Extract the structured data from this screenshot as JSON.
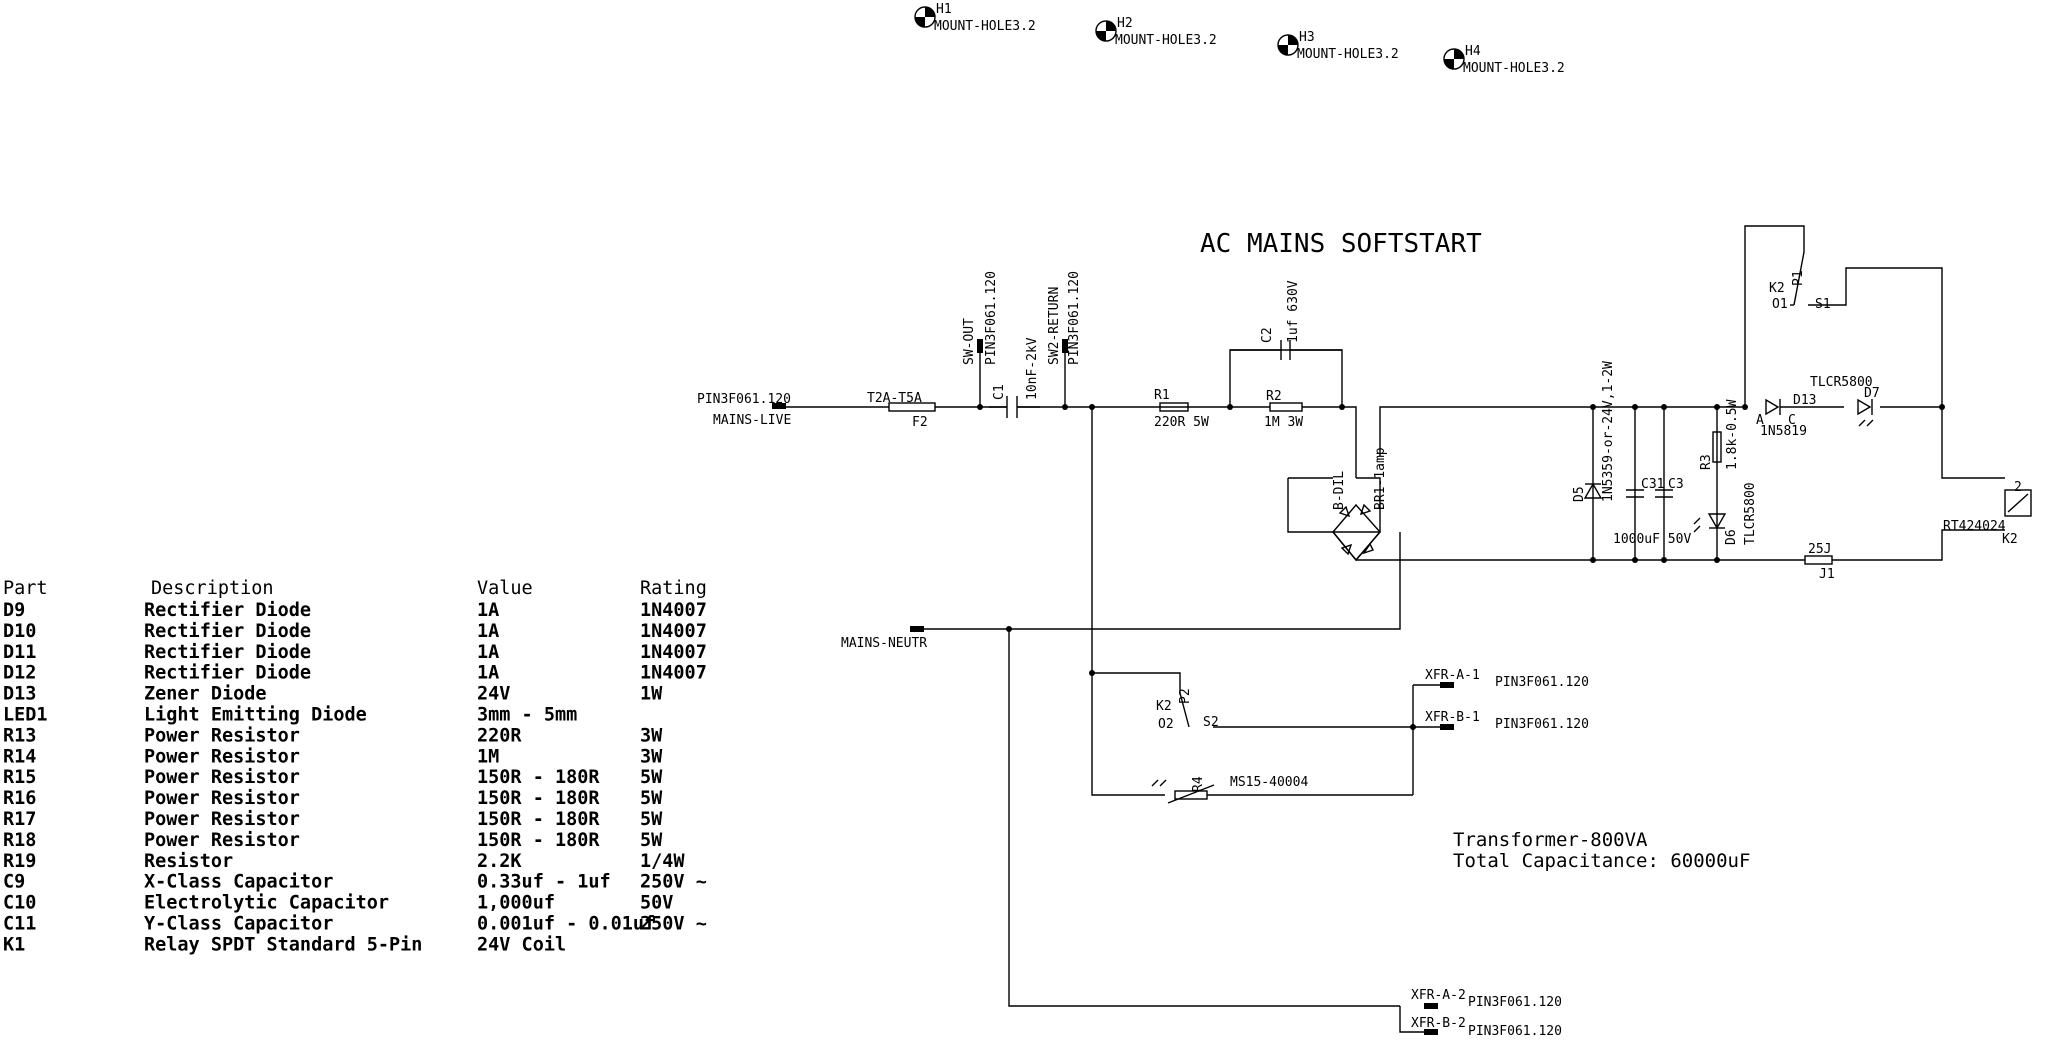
{
  "title": "AC MAINS SOFTSTART",
  "notes": [
    "Transformer-800VA",
    "Total Capacitance: 60000uF"
  ],
  "mount_holes": [
    {
      "ref": "H1",
      "value": "MOUNT-HOLE3.2"
    },
    {
      "ref": "H2",
      "value": "MOUNT-HOLE3.2"
    },
    {
      "ref": "H3",
      "value": "MOUNT-HOLE3.2"
    },
    {
      "ref": "H4",
      "value": "MOUNT-HOLE3.2"
    }
  ],
  "labels": {
    "pin_live": "PIN3F061.120",
    "mains_live": "MAINS-LIVE",
    "fuse_value": "T2A-T5A",
    "fuse_ref": "F2",
    "sw_out": "SW-OUT",
    "sw_out_pin": "PIN3F061.120",
    "c1": "C1",
    "c1_value": "10nF-2kV",
    "sw2_return": "SW2-RETURN",
    "sw2_pin": "PIN3F061.120",
    "r1": "R1",
    "r1_value": "220R 5W",
    "c2": "C2",
    "c2_value": "1uf 630V",
    "r2": "R2",
    "r2_value": "1M 3W",
    "bridge_value": "B-DIL",
    "bridge_ref": "BR1-1amp",
    "d5": "D5",
    "d5_value": "1N5359-or-24V,1-2W",
    "c31": "C31",
    "c3": "C3",
    "c_value": "1000uF 50V",
    "r3": "R3",
    "r3_value": "1.8k-0.5W",
    "d6": "D6",
    "d6_value": "TLCR5800",
    "d13_a": "A",
    "d13_c": "C",
    "d13": "D13",
    "d13_value": "1N5819",
    "d7": "D7",
    "d7_value": "TLCR5800",
    "k2_p1_ref": "K2",
    "k2_p1_pin": "P1",
    "k2_o1": "O1",
    "k2_s1": "S1",
    "k2_coil_num": "2",
    "k2_coil_value": "RT424024",
    "k2_coil_ref": "K2",
    "j1_value": "25J",
    "j1": "J1",
    "mains_neutr": "MAINS-NEUTR",
    "k2_p2_ref": "K2",
    "k2_p2_pin": "P2",
    "k2_o2": "O2",
    "k2_s2": "S2",
    "r4": "R4",
    "r4_value": "MS15-40004",
    "xfr_a1": "XFR-A-1",
    "xfr_a1_pin": "PIN3F061.120",
    "xfr_b1": "XFR-B-1",
    "xfr_b1_pin": "PIN3F061.120",
    "xfr_a2": "XFR-A-2",
    "xfr_a2_pin": "PIN3F061.120",
    "xfr_b2": "XFR-B-2",
    "xfr_b2_pin": "PIN3F061.120"
  },
  "bom": {
    "headers": [
      "Part",
      "Description",
      "Value",
      "Rating"
    ],
    "rows": [
      [
        "D9",
        "Rectifier Diode",
        "1A",
        "1N4007"
      ],
      [
        "D10",
        "Rectifier Diode",
        "1A",
        "1N4007"
      ],
      [
        "D11",
        "Rectifier Diode",
        "1A",
        "1N4007"
      ],
      [
        "D12",
        "Rectifier Diode",
        "1A",
        "1N4007"
      ],
      [
        "D13",
        "Zener Diode",
        "24V",
        "1W"
      ],
      [
        "LED1",
        "Light Emitting Diode",
        "3mm - 5mm",
        ""
      ],
      [
        "R13",
        "Power Resistor",
        "220R",
        "3W"
      ],
      [
        "R14",
        "Power Resistor",
        "1M",
        "3W"
      ],
      [
        "R15",
        "Power Resistor",
        "150R - 180R",
        "5W"
      ],
      [
        "R16",
        "Power Resistor",
        "150R - 180R",
        "5W"
      ],
      [
        "R17",
        "Power Resistor",
        "150R - 180R",
        "5W"
      ],
      [
        "R18",
        "Power Resistor",
        "150R - 180R",
        "5W"
      ],
      [
        "R19",
        "Resistor",
        "2.2K",
        "1/4W"
      ],
      [
        "C9",
        "X-Class Capacitor",
        "0.33uf - 1uf",
        "250V ~"
      ],
      [
        "C10",
        "Electrolytic Capacitor",
        "1,000uf",
        "50V"
      ],
      [
        "C11",
        "Y-Class Capacitor",
        "0.001uf - 0.01uf",
        "250V ~"
      ],
      [
        "K1",
        "Relay SPDT Standard 5-Pin",
        "24V Coil",
        ""
      ]
    ]
  }
}
